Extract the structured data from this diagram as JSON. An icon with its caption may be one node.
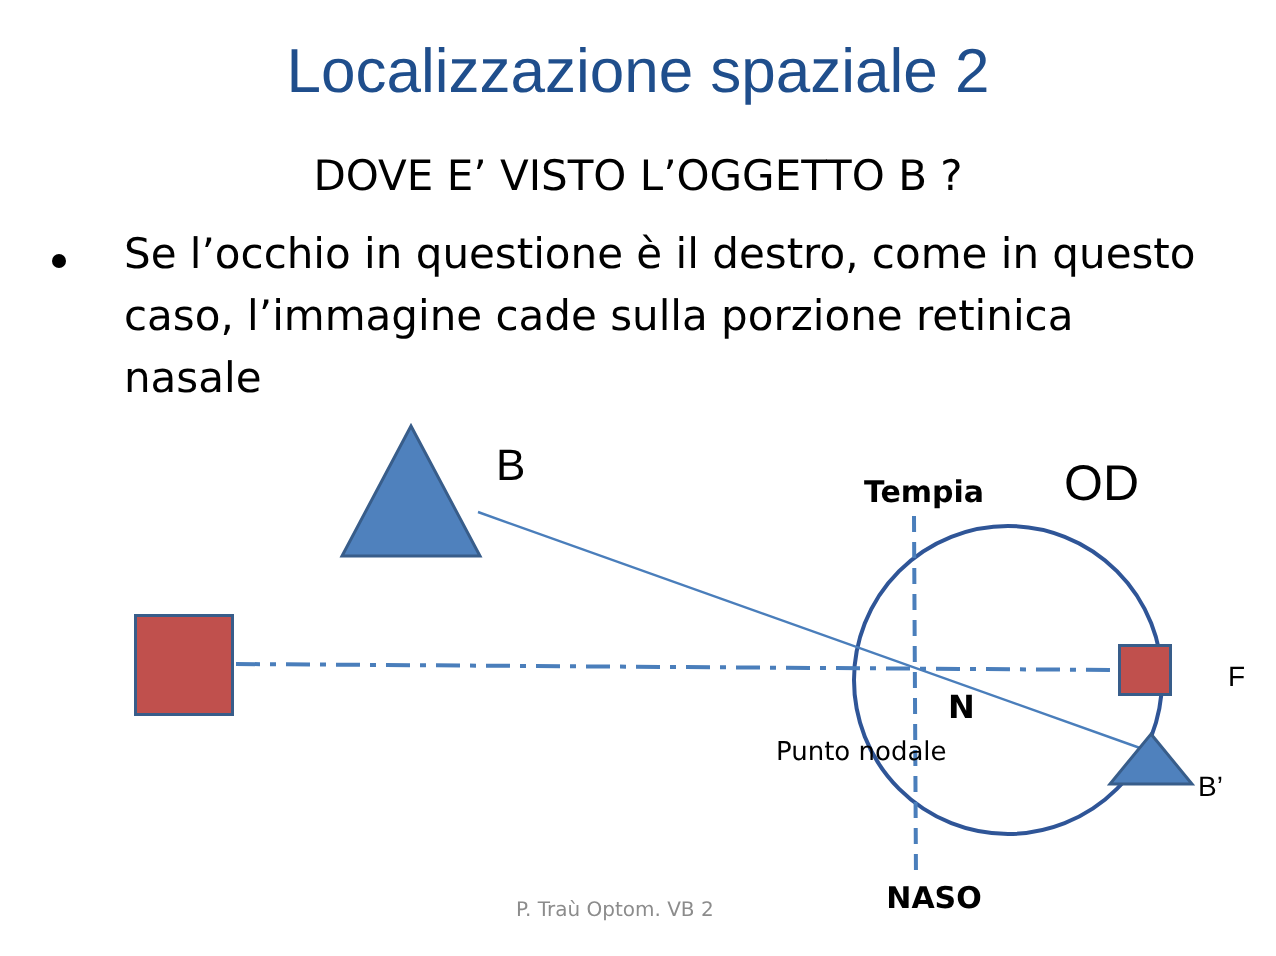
{
  "diagram": {
    "title": "Localizzazione spaziale 2",
    "nodes": [
      {
        "text": [],
        "shape": "triangle",
        "beside": [
          "B"
        ]
      },
      {
        "text": [],
        "shape": "box"
      },
      {
        "text": [],
        "shape": "box",
        "beside": [
          "F"
        ]
      },
      {
        "text": [],
        "shape": "triangle",
        "beside": [
          "B’"
        ]
      },
      {
        "text": [
          "Tempia"
        ]
      },
      {
        "text": [
          "NASO"
        ]
      }
    ],
    "edges": [
      {
        "from": 0,
        "to": 3,
        "arrow": "none"
      },
      {
        "from": 1,
        "to": 2,
        "arrow": "none",
        "style": "dashed"
      },
      {
        "from": 4,
        "to": 5,
        "arrow": "none",
        "style": "dashed"
      }
    ],
    "labels": [
      "DOVE E’ VISTO L’OGGETTO B ?",
      "Se l’occhio  in questione è il destro, come in questo caso, l’immagine cade sulla porzione retinica nasale",
      "OD",
      "N",
      "Punto nodale",
      "P. Traù Optom. VB 2"
    ]
  }
}
